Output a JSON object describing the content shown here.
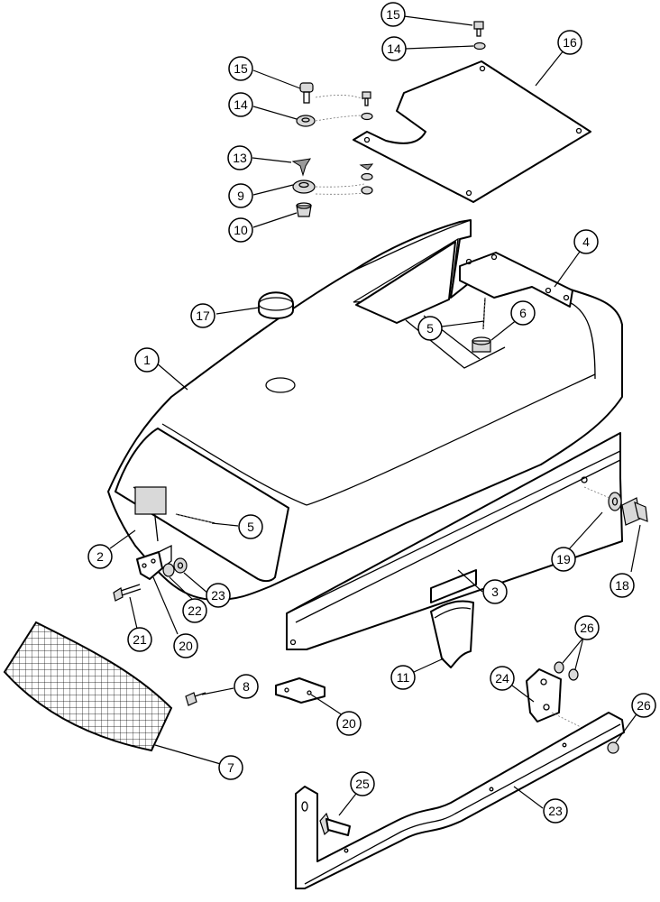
{
  "callouts": [
    {
      "id": "c15a",
      "label": "15"
    },
    {
      "id": "c14a",
      "label": "14"
    },
    {
      "id": "c16",
      "label": "16"
    },
    {
      "id": "c15b",
      "label": "15"
    },
    {
      "id": "c14b",
      "label": "14"
    },
    {
      "id": "c13",
      "label": "13"
    },
    {
      "id": "c9",
      "label": "9"
    },
    {
      "id": "c10",
      "label": "10"
    },
    {
      "id": "c4",
      "label": "4"
    },
    {
      "id": "c17",
      "label": "17"
    },
    {
      "id": "c5a",
      "label": "5"
    },
    {
      "id": "c6",
      "label": "6"
    },
    {
      "id": "c1",
      "label": "1"
    },
    {
      "id": "c5b",
      "label": "5"
    },
    {
      "id": "c2",
      "label": "2"
    },
    {
      "id": "c19",
      "label": "19"
    },
    {
      "id": "c18",
      "label": "18"
    },
    {
      "id": "c3",
      "label": "3"
    },
    {
      "id": "c23a",
      "label": "23"
    },
    {
      "id": "c22",
      "label": "22"
    },
    {
      "id": "c21",
      "label": "21"
    },
    {
      "id": "c20a",
      "label": "20"
    },
    {
      "id": "c26a",
      "label": "26"
    },
    {
      "id": "c11",
      "label": "11"
    },
    {
      "id": "c24",
      "label": "24"
    },
    {
      "id": "c8",
      "label": "8"
    },
    {
      "id": "c20b",
      "label": "20"
    },
    {
      "id": "c26b",
      "label": "26"
    },
    {
      "id": "c7",
      "label": "7"
    },
    {
      "id": "c25",
      "label": "25"
    },
    {
      "id": "c23b",
      "label": "23"
    }
  ]
}
